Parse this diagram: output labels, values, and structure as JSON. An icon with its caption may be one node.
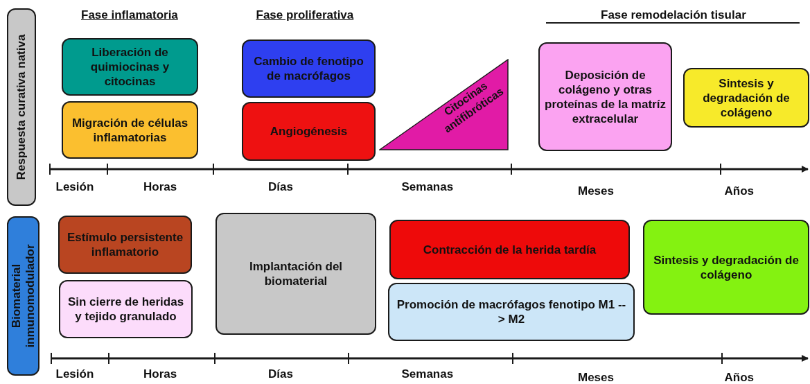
{
  "diagram": {
    "nodes": [
      {
        "text": [
          "Respuesta curativa nativa"
        ]
      },
      {
        "text": [
          "Liberación de quimiocinas y citocinas"
        ]
      },
      {
        "text": [
          "Migración de células inflamatorias"
        ]
      },
      {
        "text": [
          "Cambio de fenotipo de macrófagos"
        ]
      },
      {
        "text": [
          "Angiogénesis"
        ]
      },
      {
        "text": [
          "Citocinas antifibróticas"
        ]
      },
      {
        "text": [
          "Deposición de colágeno y otras proteínas de la matríz extracelular"
        ]
      },
      {
        "text": [
          "Sintesis y degradación de colágeno"
        ]
      },
      {
        "text": [
          "Biomaterial inmunomodulador"
        ]
      },
      {
        "text": [
          "Estímulo persistente inflamatorio"
        ]
      },
      {
        "text": [
          "Sin cierre de heridas y tejido granulado"
        ]
      },
      {
        "text": [
          "Implantación del biomaterial"
        ]
      },
      {
        "text": [
          "Contracción de la herida tardía"
        ]
      },
      {
        "text": [
          "Promoción de macrófagos fenotipo M1 --> M2"
        ]
      },
      {
        "text": [
          "Sintesis y degradación de colágeno"
        ]
      }
    ],
    "edges": [],
    "labels": [
      "Fase inflamatoria",
      "Fase proliferativa",
      "Fase remodelación tisular",
      "Lesión",
      "Horas",
      "Días",
      "Semanas",
      "Meses",
      "Años",
      "Lesión",
      "Horas",
      "Días",
      "Semanas",
      "Meses",
      "Años"
    ]
  }
}
